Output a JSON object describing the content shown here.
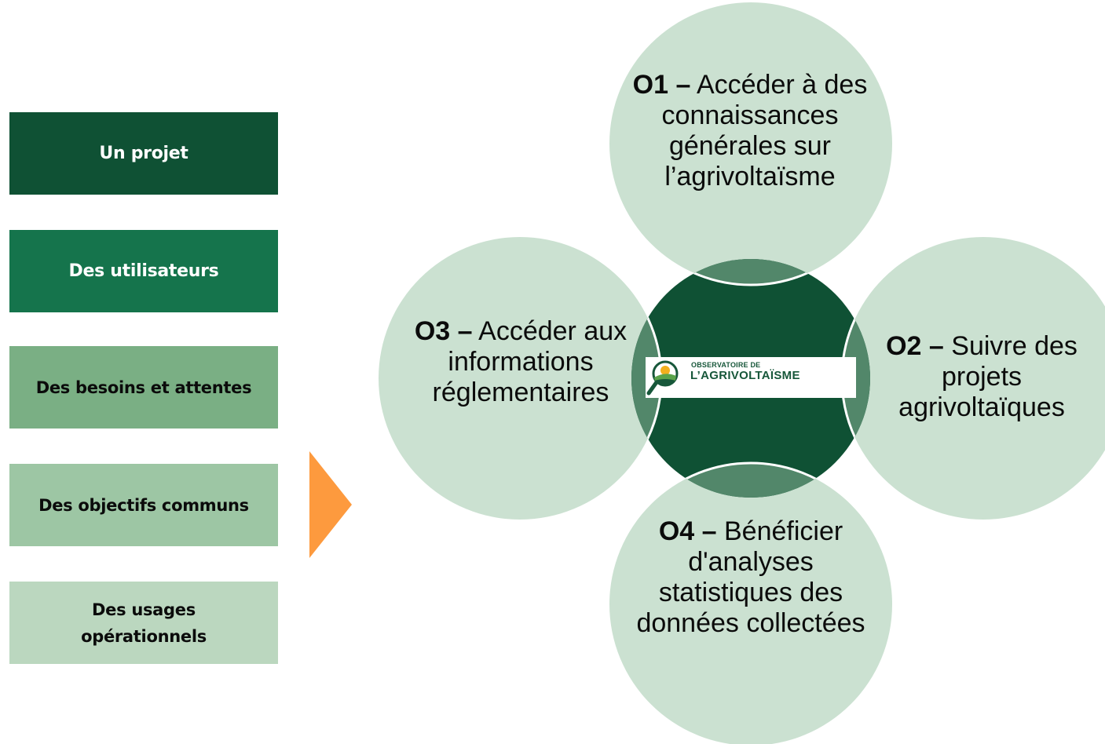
{
  "steps": [
    {
      "label": "Un projet"
    },
    {
      "label": "Des utilisateurs"
    },
    {
      "label": "Des besoins et attentes"
    },
    {
      "label": "Des objectifs communs"
    },
    {
      "label_line1": "Des usages",
      "label_line2": "opérationnels"
    }
  ],
  "objectives": {
    "o1": {
      "code": "O1 –",
      "text": "Accéder à des connaissances générales sur l’agrivoltaïsme"
    },
    "o2": {
      "code": "O2 –",
      "text": "Suivre des projets agrivoltaïques"
    },
    "o3": {
      "code": "O3 –",
      "text": "Accéder aux informations réglementaires"
    },
    "o4": {
      "code": "O4 –",
      "text": "Bénéficier d'analyses statistiques des données collectées"
    }
  },
  "logo": {
    "line1": "OBSERVATOIRE DE",
    "line2": "L’AGRIVOLTAÏSME"
  },
  "colors": {
    "dark_green": "#0f5134",
    "green": "#15744c",
    "mid_green": "#7aaf84",
    "light_green": "#9dc6a4",
    "pale_green": "#bbd7bf",
    "circle_fill": "#cbe1d1",
    "overlap": "#52876a",
    "arrow": "#fd9a3e"
  }
}
